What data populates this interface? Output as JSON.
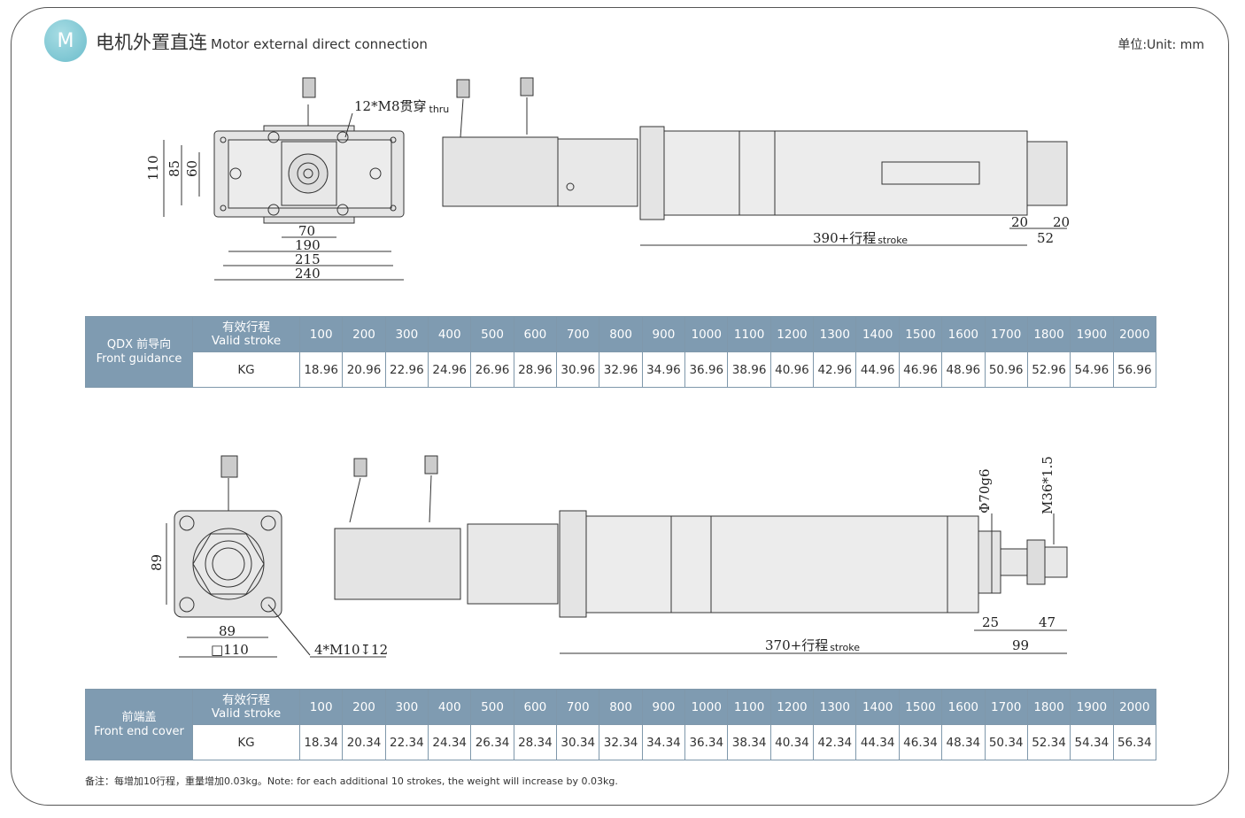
{
  "header": {
    "badge": "M",
    "title_cn": "电机外置直连",
    "title_en": "Motor external direct connection",
    "unit": "单位:Unit: mm"
  },
  "drawing1": {
    "hole_note": "12*M8贯穿",
    "hole_note_en": "thru",
    "dims_vertical": [
      "110",
      "85",
      "60"
    ],
    "dims_horizontal": [
      "70",
      "190",
      "215",
      "240"
    ],
    "stroke_label": "390+行程",
    "stroke_en": "stroke",
    "end_dims": [
      "20",
      "20",
      "52"
    ]
  },
  "drawing2": {
    "dim_89_v": "89",
    "dim_89_h": "89",
    "dim_110": "□110",
    "hole_note": "4*M10↧12",
    "diameter": "Φ70g6",
    "thread": "M36*1.5",
    "end_dims": [
      "25",
      "47",
      "99"
    ],
    "stroke_label": "370+行程",
    "stroke_en": "stroke"
  },
  "tables": [
    {
      "label_cn": "QDX 前导向",
      "label_en": "Front guidance",
      "stroke_cn": "有效行程",
      "stroke_en": "Valid stroke",
      "kg_label": "KG",
      "strokes": [
        "100",
        "200",
        "300",
        "400",
        "500",
        "600",
        "700",
        "800",
        "900",
        "1000",
        "1100",
        "1200",
        "1300",
        "1400",
        "1500",
        "1600",
        "1700",
        "1800",
        "1900",
        "2000"
      ],
      "weights": [
        "18.96",
        "20.96",
        "22.96",
        "24.96",
        "26.96",
        "28.96",
        "30.96",
        "32.96",
        "34.96",
        "36.96",
        "38.96",
        "40.96",
        "42.96",
        "44.96",
        "46.96",
        "48.96",
        "50.96",
        "52.96",
        "54.96",
        "56.96"
      ]
    },
    {
      "label_cn": "前端盖",
      "label_en": "Front end cover",
      "stroke_cn": "有效行程",
      "stroke_en": "Valid stroke",
      "kg_label": "KG",
      "strokes": [
        "100",
        "200",
        "300",
        "400",
        "500",
        "600",
        "700",
        "800",
        "900",
        "1000",
        "1100",
        "1200",
        "1300",
        "1400",
        "1500",
        "1600",
        "1700",
        "1800",
        "1900",
        "2000"
      ],
      "weights": [
        "18.34",
        "20.34",
        "22.34",
        "24.34",
        "26.34",
        "28.34",
        "30.34",
        "32.34",
        "34.34",
        "36.34",
        "38.34",
        "40.34",
        "42.34",
        "44.34",
        "46.34",
        "48.34",
        "50.34",
        "52.34",
        "54.34",
        "56.34"
      ]
    }
  ],
  "note": "备注：每增加10行程，重量增加0.03kg。Note: for each additional 10 strokes, the weight will increase by 0.03kg."
}
